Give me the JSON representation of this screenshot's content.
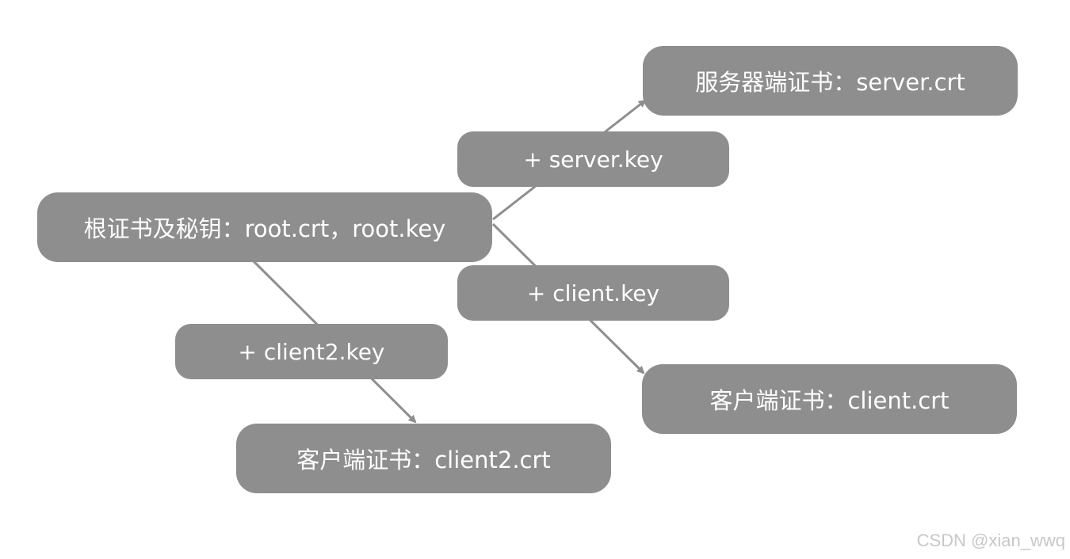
{
  "nodes": {
    "root": "根证书及秘钥：root.crt，root.key",
    "server_cert": "服务器端证书：server.crt",
    "client_cert": "客户端证书：client.crt",
    "client2_cert": "客户端证书：client2.crt"
  },
  "edges": {
    "server_key": "+ server.key",
    "client_key": "+ client.key",
    "client2_key": "+ client2.key"
  },
  "colors": {
    "node_fill": "#8e8e8e",
    "arrow": "#8e8e8e",
    "text": "#ffffff"
  },
  "watermark": "CSDN @xian_wwq"
}
